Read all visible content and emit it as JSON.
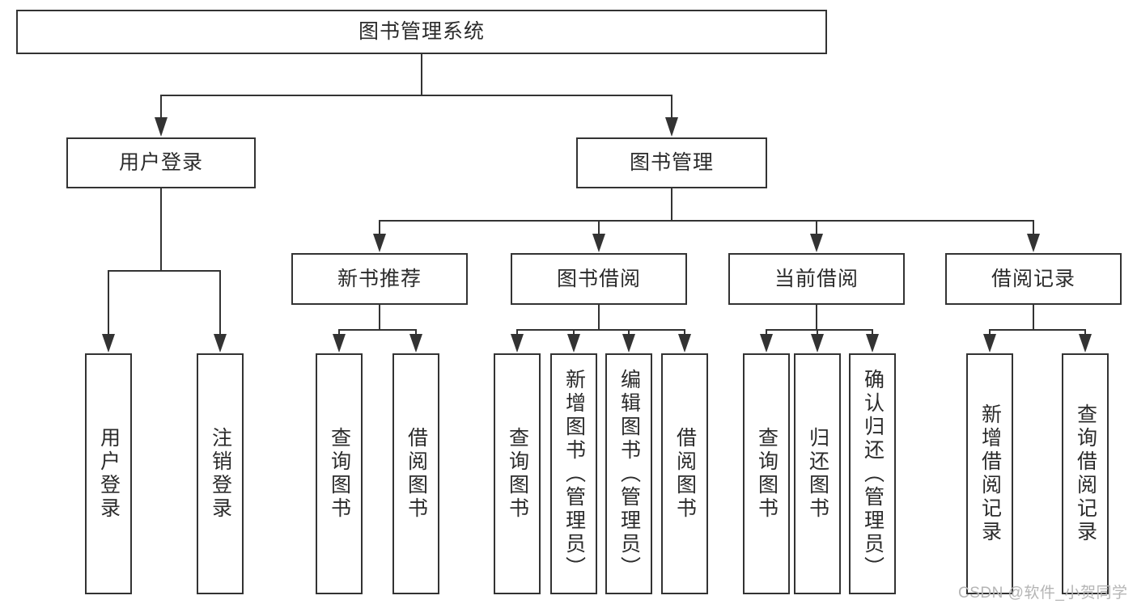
{
  "diagram": {
    "root": {
      "label": "图书管理系统"
    },
    "level2": [
      {
        "id": "user-login",
        "label": "用户登录"
      },
      {
        "id": "book-management",
        "label": "图书管理"
      }
    ],
    "level3": [
      {
        "id": "new-book-recommend",
        "parent": "book-management",
        "label": "新书推荐"
      },
      {
        "id": "book-borrow",
        "parent": "book-management",
        "label": "图书借阅"
      },
      {
        "id": "current-borrow",
        "parent": "book-management",
        "label": "当前借阅"
      },
      {
        "id": "borrow-records",
        "parent": "book-management",
        "label": "借阅记录"
      }
    ],
    "leaves": [
      {
        "parent": "user-login",
        "label": "用户登录"
      },
      {
        "parent": "user-login",
        "label": "注销登录"
      },
      {
        "parent": "new-book-recommend",
        "label": "查询图书"
      },
      {
        "parent": "new-book-recommend",
        "label": "借阅图书"
      },
      {
        "parent": "book-borrow",
        "label": "查询图书"
      },
      {
        "parent": "book-borrow",
        "label": "新增图书（管理员）"
      },
      {
        "parent": "book-borrow",
        "label": "编辑图书（管理员）"
      },
      {
        "parent": "book-borrow",
        "label": "借阅图书"
      },
      {
        "parent": "current-borrow",
        "label": "查询图书"
      },
      {
        "parent": "current-borrow",
        "label": "归还图书"
      },
      {
        "parent": "current-borrow",
        "label": "确认归还（管理员）"
      },
      {
        "parent": "borrow-records",
        "label": "新增借阅记录"
      },
      {
        "parent": "borrow-records",
        "label": "查询借阅记录"
      }
    ],
    "watermark": "CSDN @软件_小贺同学",
    "colors": {
      "line": "#333333",
      "text": "#2b2b2b",
      "background": "#ffffff",
      "watermark": "#b5b5b5"
    }
  }
}
